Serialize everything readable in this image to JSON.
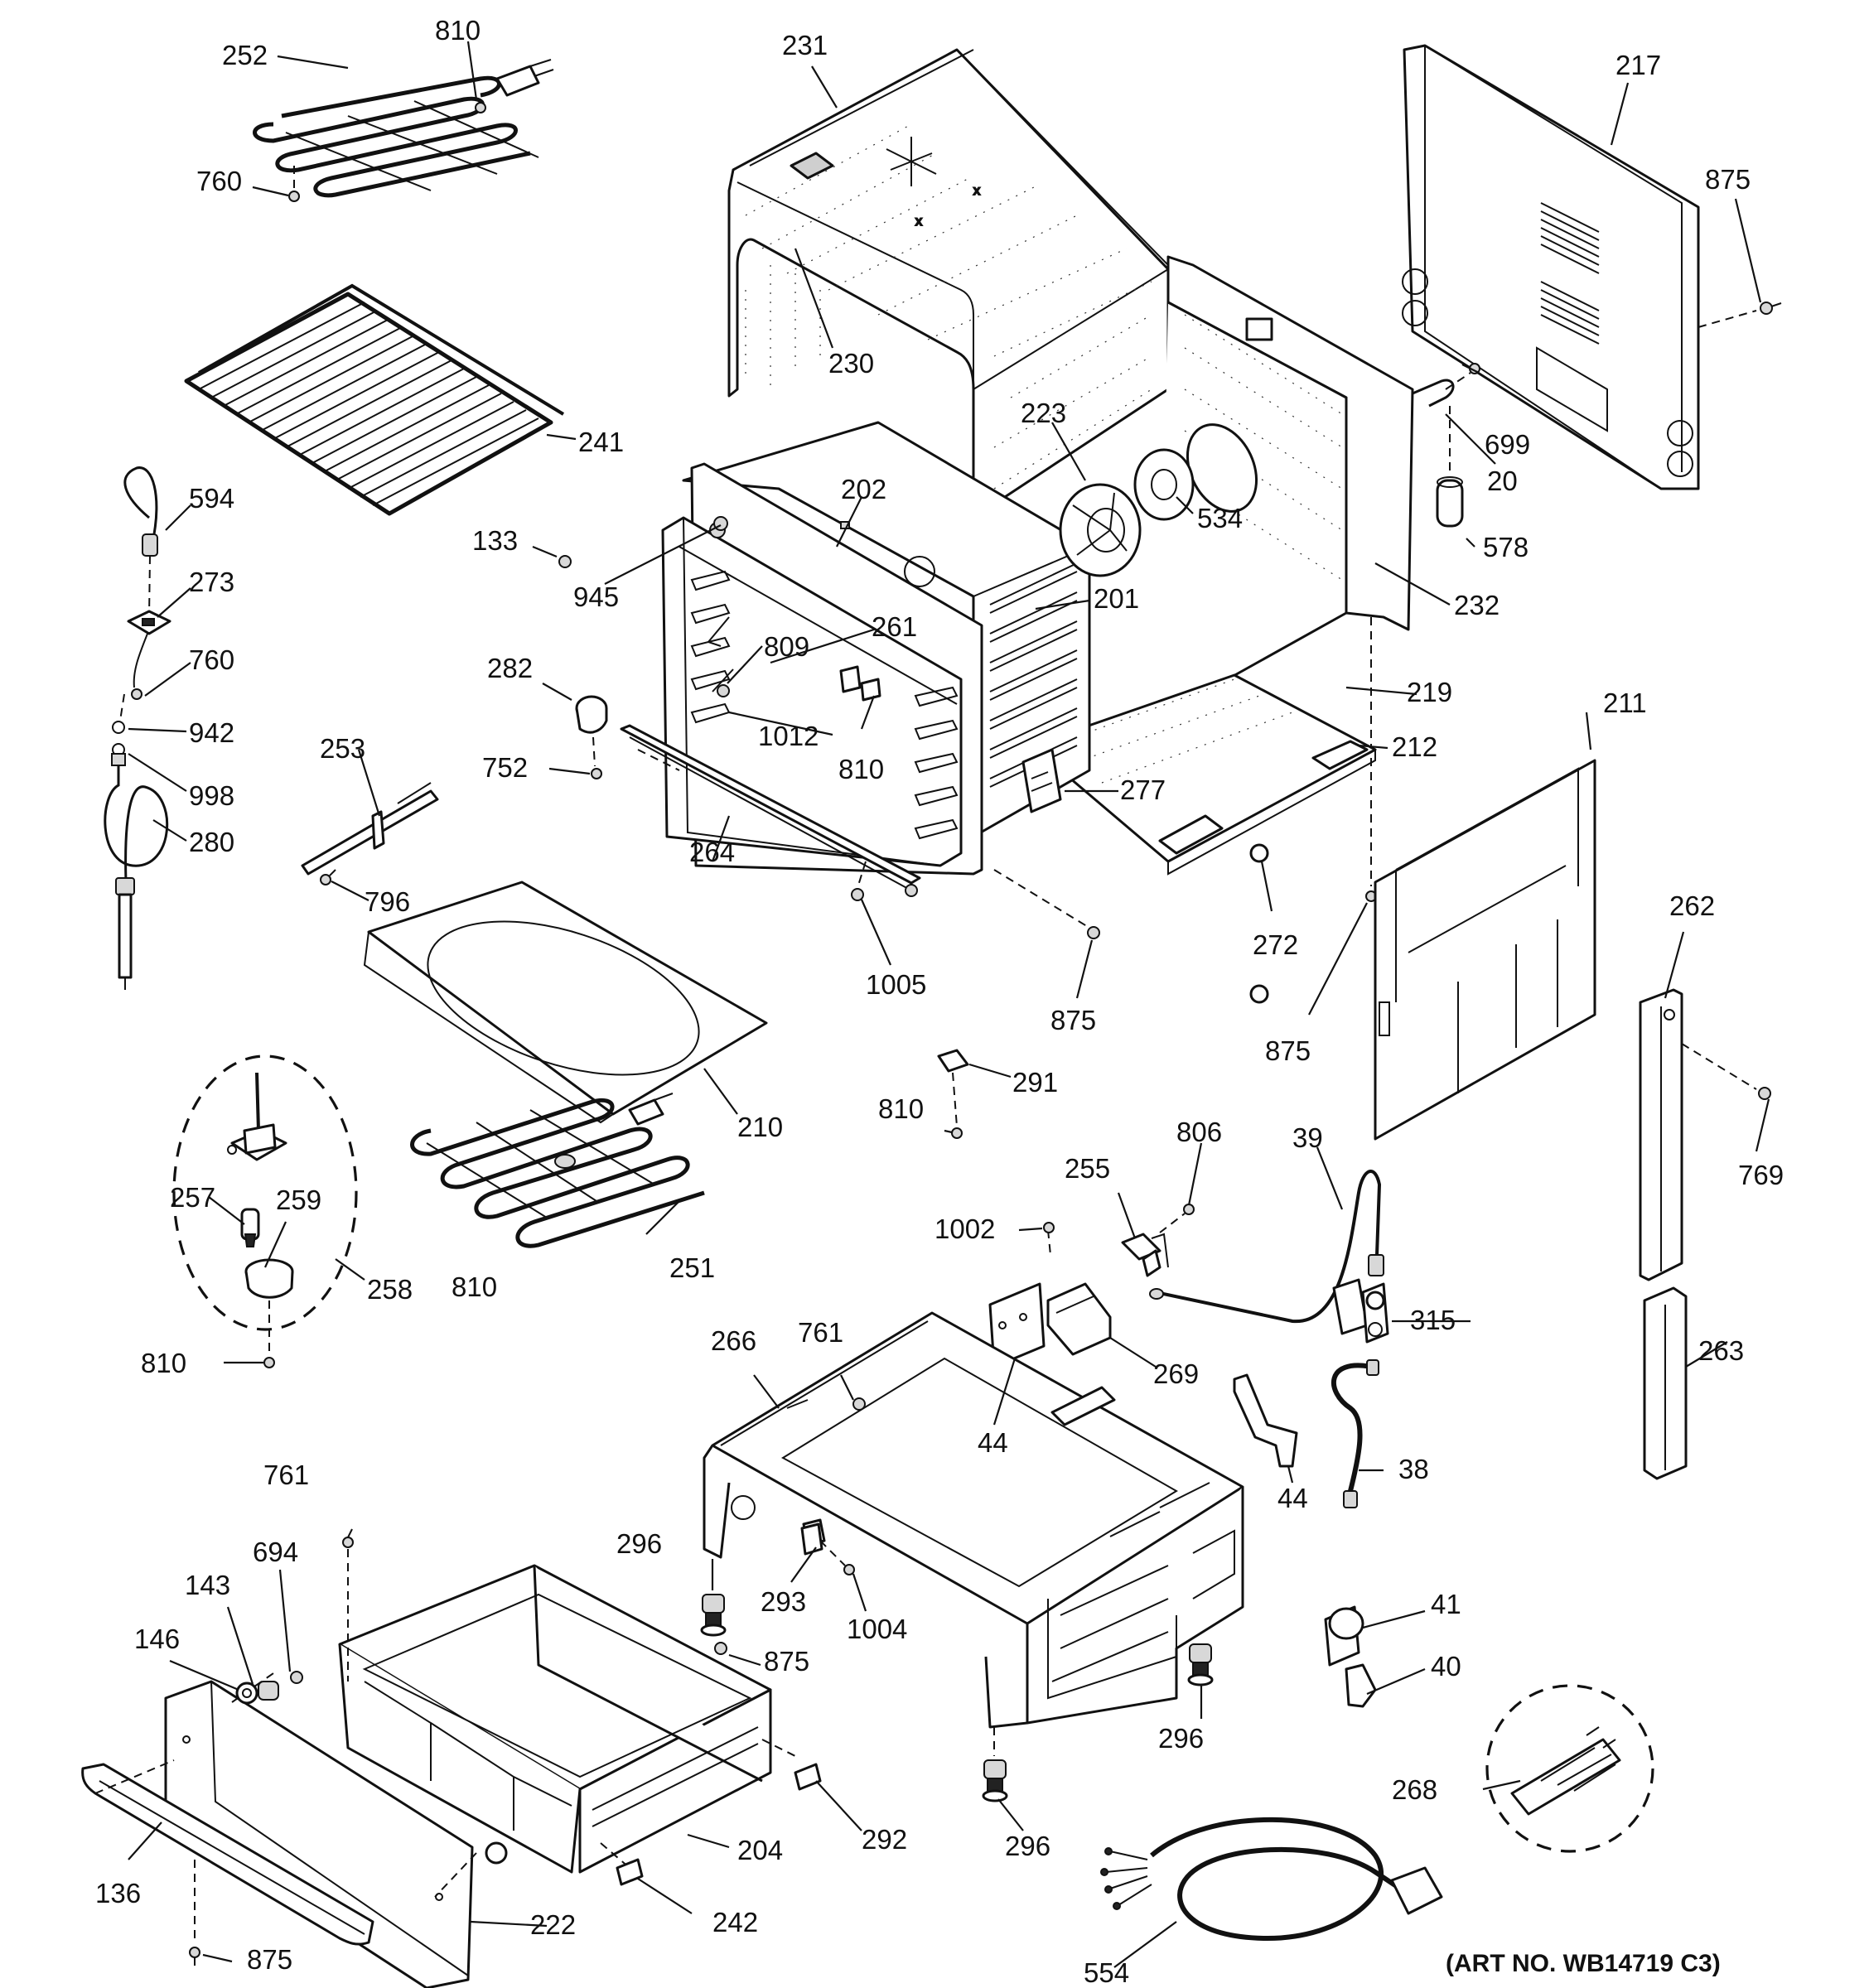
{
  "labels": {
    "l252": "252",
    "l810a": "810",
    "l760a": "760",
    "l231": "231",
    "l230": "230",
    "l217": "217",
    "l875a": "875",
    "l241": "241",
    "l223": "223",
    "l534": "534",
    "l699": "699",
    "l20": "20",
    "l578": "578",
    "l594": "594",
    "l273": "273",
    "l133": "133",
    "l202": "202",
    "l945": "945",
    "l201": "201",
    "l232": "232",
    "l760b": "760",
    "l261": "261",
    "l809": "809",
    "l219": "219",
    "l282": "282",
    "l942": "942",
    "l1012": "1012",
    "l253": "253",
    "l211": "211",
    "l212": "212",
    "l998": "998",
    "l752": "752",
    "l810b": "810",
    "l277": "277",
    "l280": "280",
    "l264": "264",
    "l262": "262",
    "l796": "796",
    "l272": "272",
    "l1005": "1005",
    "l875b": "875",
    "l875c": "875",
    "l291": "291",
    "l810c": "810",
    "l210": "210",
    "l806": "806",
    "l39": "39",
    "l769": "769",
    "l255": "255",
    "l257": "257",
    "l259": "259",
    "l1002": "1002",
    "l258": "258",
    "l810d": "810",
    "l251": "251",
    "l315": "315",
    "l761a": "761",
    "l266": "266",
    "l269": "269",
    "l263": "263",
    "l810e": "810",
    "l44a": "44",
    "l38": "38",
    "l44b": "44",
    "l761b": "761",
    "l296a": "296",
    "l694": "694",
    "l143": "143",
    "l293": "293",
    "l1004": "1004",
    "l41": "41",
    "l146": "146",
    "l875d": "875",
    "l40": "40",
    "l296b": "296",
    "l268": "268",
    "l292": "292",
    "l204": "204",
    "l296c": "296",
    "l136": "136",
    "l222": "222",
    "l242": "242",
    "l554": "554",
    "l875e": "875"
  },
  "art_number": "(ART NO. WB14719 C3)"
}
